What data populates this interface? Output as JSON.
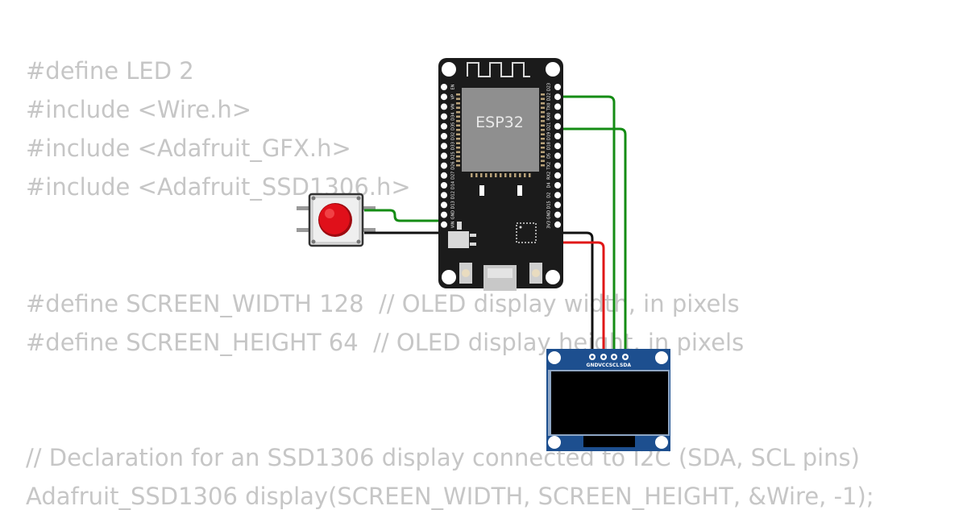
{
  "code_lines": [
    "#define LED 2",
    "#include <Wire.h>",
    "#include <Adafruit_GFX.h>",
    "#include <Adafruit_SSD1306.h>",
    "",
    "",
    "#define SCREEN_WIDTH 128  // OLED display width, in pixels",
    "#define SCREEN_HEIGHT 64  // OLED display height, in pixels",
    "",
    "",
    "// Declaration for an SSD1306 display connected to I2C (SDA, SCL pins)",
    "Adafruit_SSD1306 display(SCREEN_WIDTH, SCREEN_HEIGHT, &Wire, -1);"
  ],
  "esp32": {
    "chip_label": "ESP32",
    "left_pins": [
      "EN",
      "VP",
      "VN",
      "D34",
      "D35",
      "D32",
      "D33",
      "D25",
      "D26",
      "D27",
      "D14",
      "D12",
      "D13",
      "GND",
      "VIN"
    ],
    "right_pins": [
      "D23",
      "D22",
      "TX0",
      "RX0",
      "D21",
      "D19",
      "D18",
      "D5",
      "TX2",
      "RX2",
      "D4",
      "D2",
      "D15",
      "GND",
      "3V3"
    ]
  },
  "oled": {
    "pins": [
      "GND",
      "VCC",
      "SCL",
      "SDA"
    ]
  },
  "colors": {
    "board": "#1b1b1b",
    "chip": "#8f8f8f",
    "wire_green": "#148c14",
    "wire_black": "#111111",
    "wire_red": "#e01818",
    "oled_pcb": "#1d4f8f",
    "button_red": "#e0101a",
    "code_text": "#c6c6c6"
  }
}
